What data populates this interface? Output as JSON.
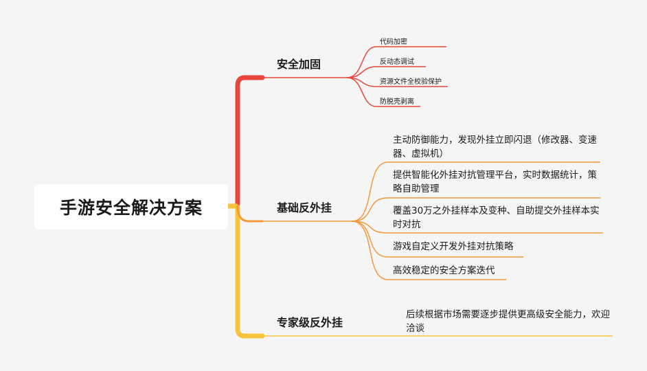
{
  "root": {
    "label": "手游安全解决方案"
  },
  "colors": {
    "branch_red": "#e8453c",
    "branch_yellow": "#f9c23c",
    "branch_orange": "#f29a3b"
  },
  "branches": [
    {
      "label": "安全加固",
      "leaves": [
        "代码加密",
        "反动态调试",
        "资源文件全校验保护",
        "防脱壳剥离"
      ]
    },
    {
      "label": "基础反外挂",
      "leaves": [
        "主动防御能力，发现外挂立即闪退（修改器、变速器、虚拟机）",
        "提供智能化外挂对抗管理平台，实时数据统计，策略自助管理",
        "覆盖30万之外挂样本及变种、自助提交外挂样本实时对抗",
        "游戏自定义开发外挂对抗策略",
        "高效稳定的安全方案迭代"
      ]
    },
    {
      "label": "专家级反外挂",
      "leaves": [
        "后续根据市场需要逐步提供更高级安全能力，欢迎洽谈"
      ]
    }
  ]
}
